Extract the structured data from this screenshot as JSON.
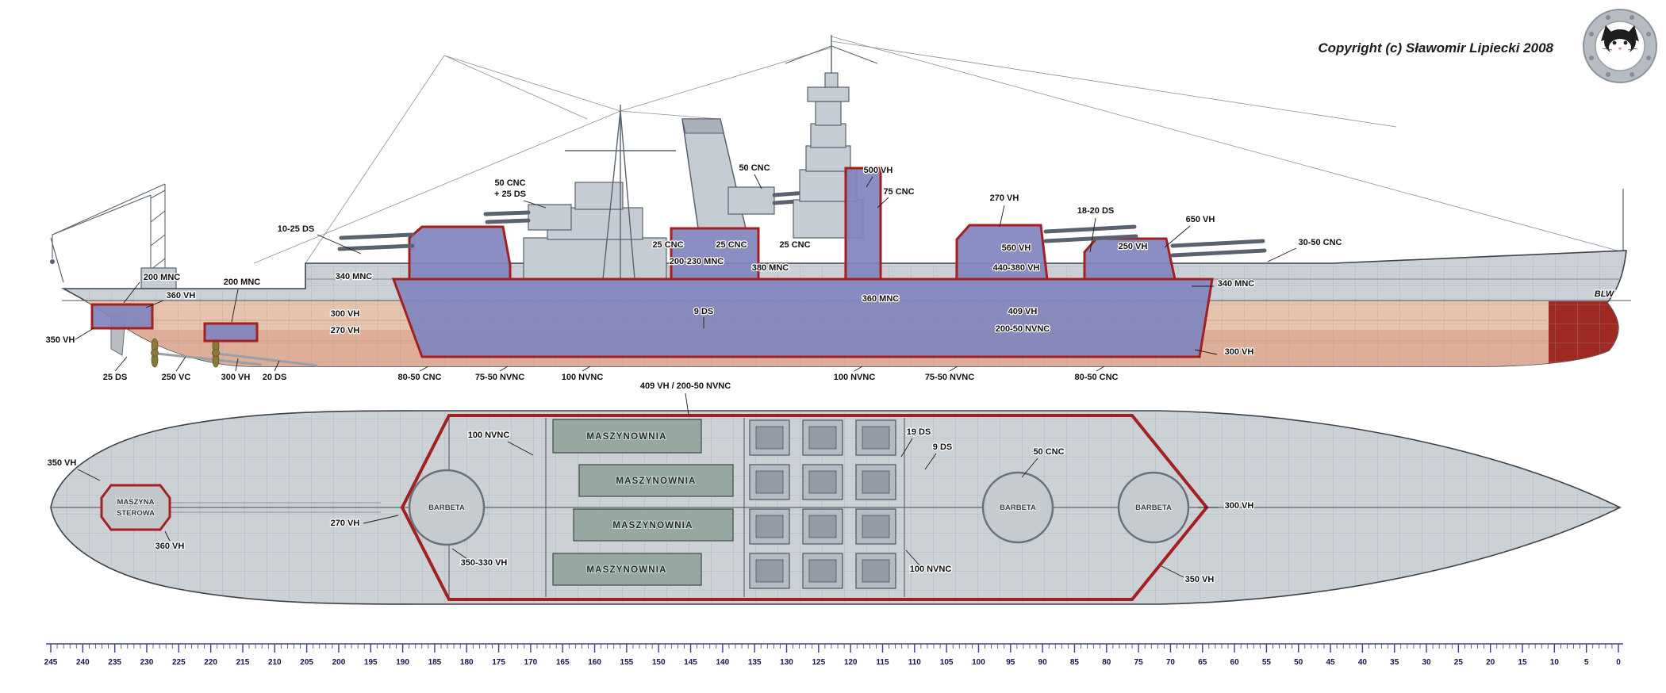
{
  "header": {
    "copyright": "Copyright (c) Sławomir Lipiecki 2008",
    "logo": "cat-logo"
  },
  "colors": {
    "armor_outline_red": "#a32020",
    "citadel_purple": "#8184bd",
    "hull_gray": "#cbd0d6",
    "lower_hull_salmon": "#e7c4ae",
    "boot_topping_red": "#9e2a22",
    "engine_room_green": "#95a8a1",
    "ruler_tick_blue": "#3b3e8f"
  },
  "profile": {
    "labels": {
      "ds_10_25": "10-25 DS",
      "cnc50_25ds_l1": "50 CNC",
      "cnc50_25ds_l2": "+ 25 DS",
      "cnc50_top": "50 CNC",
      "vh500": "500 VH",
      "cnc75": "75 CNC",
      "vh270_r": "270 VH",
      "ds18_20": "18-20 DS",
      "vh650": "650 VH",
      "cnc30_50": "30-50 CNC",
      "cnc25_a": "25 CNC",
      "cnc25_b": "25 CNC",
      "cnc25_c": "25 CNC",
      "mnc200_230": "200-230 MNC",
      "mnc380": "380 MNC",
      "ds9": "9 DS",
      "vh560": "560 VH",
      "vh440_380": "440-380 VH",
      "vh250": "250 VH",
      "mnc360": "360 MNC",
      "vh409": "409 VH",
      "nvnc200_50": "200-50 NVNC",
      "mnc340_l": "340 MNC",
      "vh300_l": "300 VH",
      "vh270_l": "270 VH",
      "mnc340_r": "340 MNC",
      "vh300_r": "300 VH",
      "blw": "BLW",
      "mnc200_a": "200 MNC",
      "mnc200_b": "200 MNC",
      "vh360": "360 VH",
      "vh350_stern": "350 VH",
      "ds25": "25 DS",
      "vc250": "250 VC",
      "vh300_stern": "300 VH",
      "ds20": "20 DS",
      "cnc80_50_l": "80-50 CNC",
      "nvnc75_50_l": "75-50 NVNC",
      "nvnc100_l": "100 NVNC",
      "nvnc100_m": "100 NVNC",
      "nvnc75_50_r": "75-50 NVNC",
      "cnc80_50_r": "80-50 CNC"
    }
  },
  "plan": {
    "labels": {
      "citadel_top": "409 VH / 200-50 NVNC",
      "nvnc100_l": "100 NVNC",
      "ds19": "19 DS",
      "ds9": "9 DS",
      "cnc50": "50 CNC",
      "vh350_l": "350 VH",
      "vh270": "270 VH",
      "vh360": "360 VH",
      "vh350_330": "350-330 VH",
      "nvnc100_r": "100 NVNC",
      "vh300_r": "300 VH",
      "vh350_r": "350 VH"
    },
    "rooms": {
      "maszynownia": "MASZYNOWNIA",
      "barbeta": "BARBETA",
      "steering_l1": "MASZYNA",
      "steering_l2": "STEROWA"
    }
  },
  "ruler": {
    "values": [
      "245",
      "240",
      "235",
      "230",
      "225",
      "220",
      "215",
      "210",
      "205",
      "200",
      "195",
      "190",
      "185",
      "180",
      "175",
      "170",
      "165",
      "160",
      "155",
      "150",
      "145",
      "140",
      "135",
      "130",
      "125",
      "120",
      "115",
      "110",
      "105",
      "100",
      "95",
      "90",
      "85",
      "80",
      "75",
      "70",
      "65",
      "60",
      "55",
      "50",
      "45",
      "40",
      "35",
      "30",
      "25",
      "20",
      "15",
      "10",
      "5",
      "0"
    ]
  }
}
